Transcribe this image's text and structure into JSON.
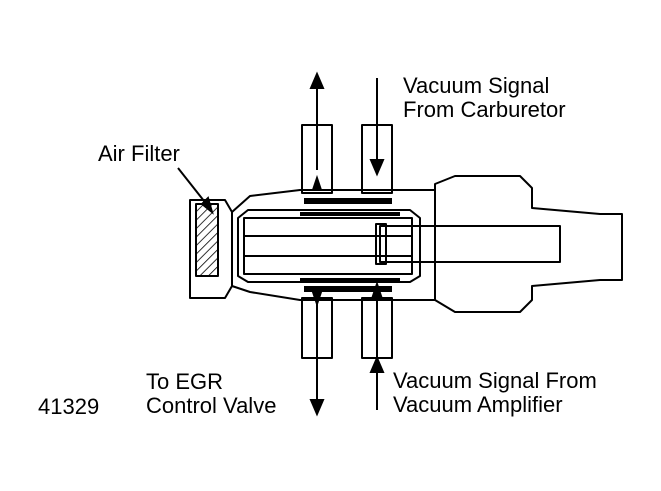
{
  "labels": {
    "vacuum_signal_carburetor": [
      "Vacuum Signal",
      "From Carburetor"
    ],
    "air_filter": "Air Filter",
    "to_egr": [
      "To EGR",
      "Control Valve"
    ],
    "vacuum_signal_amplifier": [
      "Vacuum Signal From",
      "Vacuum Amplifier"
    ],
    "figure_number": "41329"
  },
  "colors": {
    "ink": "#000000",
    "paper": "#ffffff"
  }
}
